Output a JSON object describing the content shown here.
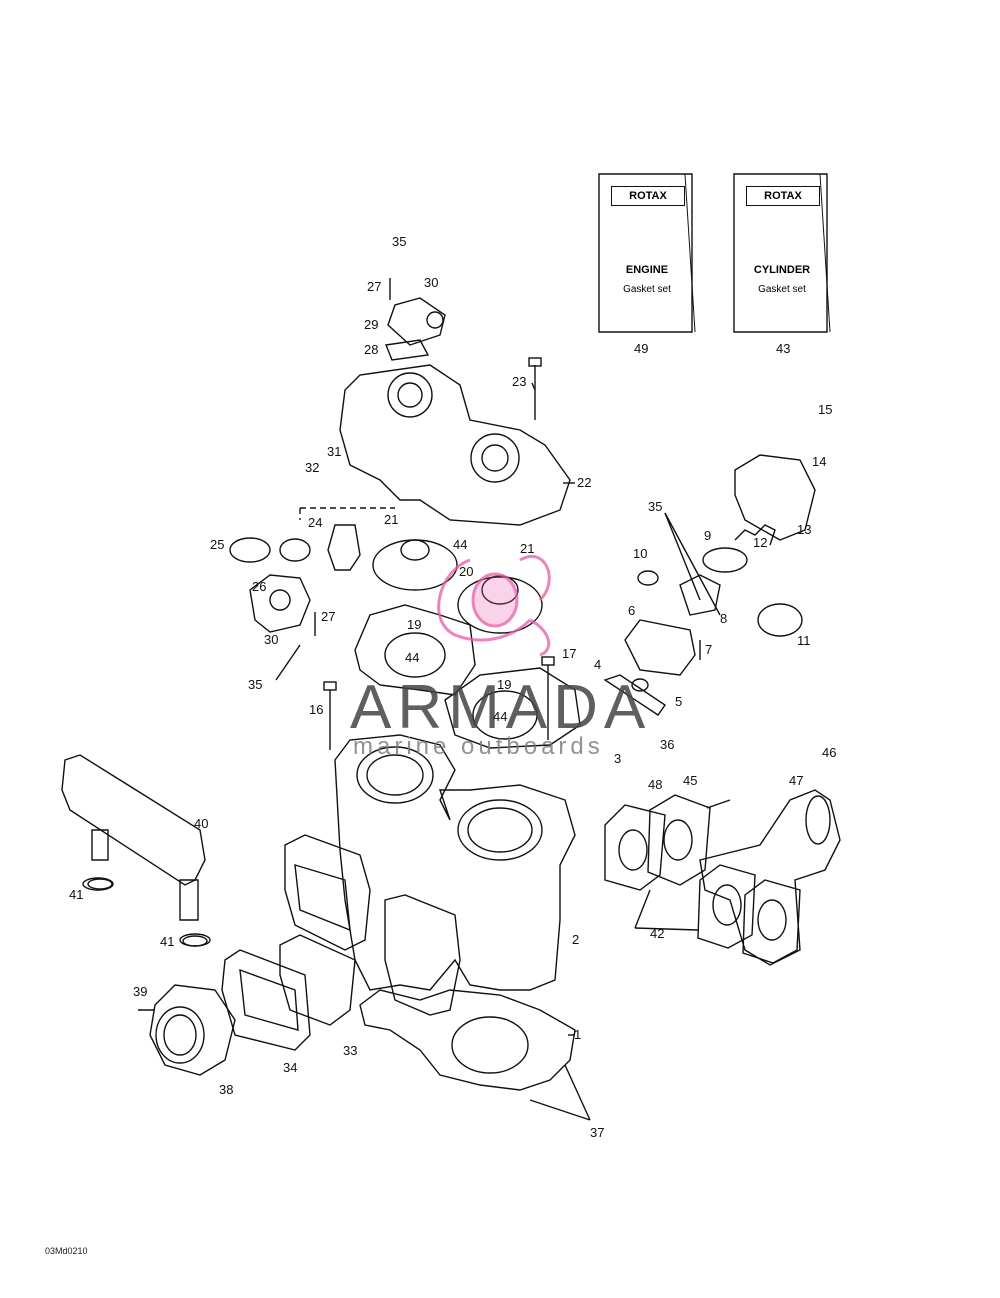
{
  "kits": [
    {
      "brand": "ROTAX",
      "line1": "ENGINE",
      "line2": "Gasket set",
      "number": "49"
    },
    {
      "brand": "ROTAX",
      "line1": "CYLINDER",
      "line2": "Gasket set",
      "number": "43"
    }
  ],
  "labels": {
    "p1": "1",
    "p2": "2",
    "p3": "3",
    "p4": "4",
    "p5": "5",
    "p6": "6",
    "p7": "7",
    "p8": "8",
    "p9": "9",
    "p10": "10",
    "p11": "11",
    "p12": "12",
    "p13": "13",
    "p14": "14",
    "p15": "15",
    "p16": "16",
    "p17": "17",
    "p19a": "19",
    "p19b": "19",
    "p20": "20",
    "p21a": "21",
    "p21b": "21",
    "p22": "22",
    "p23": "23",
    "p24": "24",
    "p25": "25",
    "p26": "26",
    "p27a": "27",
    "p27b": "27",
    "p28": "28",
    "p29": "29",
    "p30a": "30",
    "p30b": "30",
    "p31": "31",
    "p32": "32",
    "p33": "33",
    "p34": "34",
    "p35a": "35",
    "p35b": "35",
    "p35c": "35",
    "p36": "36",
    "p37": "37",
    "p38": "38",
    "p39": "39",
    "p40": "40",
    "p41a": "41",
    "p41b": "41",
    "p42": "42",
    "p44a": "44",
    "p44b": "44",
    "p44c": "44",
    "p45": "45",
    "p46": "46",
    "p47": "47",
    "p48": "48"
  },
  "watermark": {
    "main": "ARMADA",
    "sub": "marine outboards"
  },
  "figure_code": "03Md0210",
  "colors": {
    "line": "#111111",
    "watermark_pink": "#e85aa8"
  }
}
